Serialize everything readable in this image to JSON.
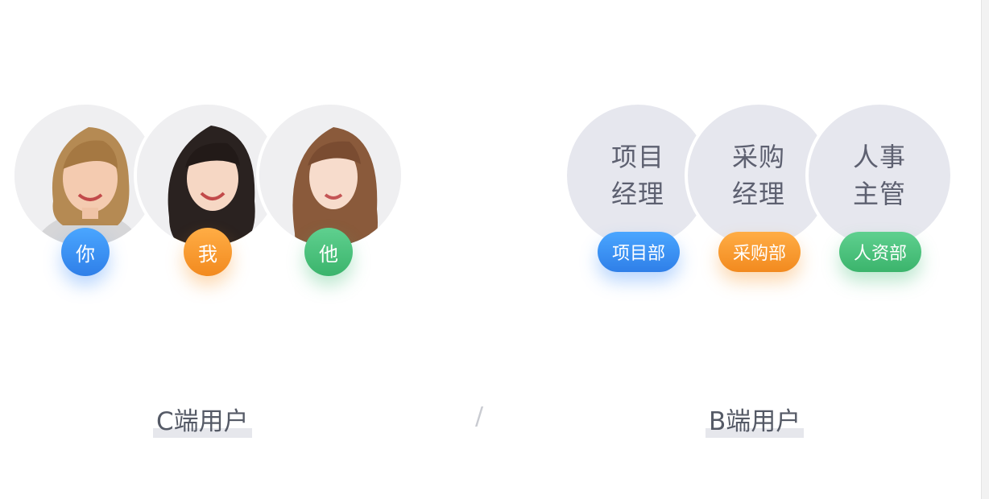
{
  "c_users": {
    "people": [
      {
        "badge": "你",
        "color": "#3b8ff2"
      },
      {
        "badge": "我",
        "color": "#f59a2f"
      },
      {
        "badge": "他",
        "color": "#4cc37d"
      }
    ],
    "caption": "C端用户"
  },
  "b_users": {
    "roles": [
      {
        "title_line1": "项目",
        "title_line2": "经理",
        "badge": "项目部",
        "color": "#3b8ff2"
      },
      {
        "title_line1": "采购",
        "title_line2": "经理",
        "badge": "采购部",
        "color": "#f59a2f"
      },
      {
        "title_line1": "人事",
        "title_line2": "主管",
        "badge": "人资部",
        "color": "#4cc37d"
      }
    ],
    "caption": "B端用户"
  },
  "divider": "/"
}
